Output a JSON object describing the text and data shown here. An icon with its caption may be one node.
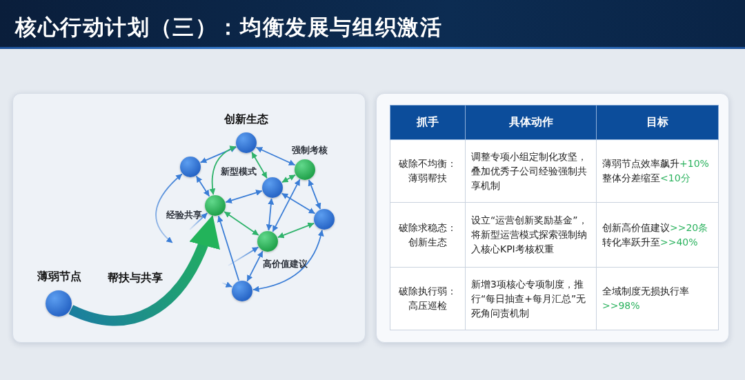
{
  "diagram": {
    "title": "核心行动计划（三）：均衡发展与组织激活",
    "nodes": [
      {
        "text": [],
        "shape": "circle",
        "beside": [
          "创新生态"
        ]
      },
      {
        "text": [],
        "shape": "circle"
      },
      {
        "text": [],
        "shape": "circle",
        "beside": [
          "强制考核"
        ]
      },
      {
        "text": [],
        "shape": "circle",
        "beside": [
          "新型模式"
        ]
      },
      {
        "text": [],
        "shape": "circle",
        "beside": [
          "经验共享"
        ]
      },
      {
        "text": [],
        "shape": "circle"
      },
      {
        "text": [],
        "shape": "circle",
        "beside": [
          "高价值建议"
        ]
      },
      {
        "text": [],
        "shape": "circle"
      },
      {
        "text": [],
        "shape": "circle",
        "beside": [
          "薄弱节点"
        ]
      }
    ],
    "edges": [
      {
        "from": 0,
        "to": 1,
        "arrow": "both"
      },
      {
        "from": 0,
        "to": 2,
        "arrow": "both"
      },
      {
        "from": 0,
        "to": 3,
        "arrow": "both",
        "color": "#2fb36b"
      },
      {
        "from": 0,
        "to": 4,
        "arrow": "both",
        "color": "#2fb36b"
      },
      {
        "from": 1,
        "to": 4,
        "arrow": "both"
      },
      {
        "from": 1,
        "to": null,
        "arrow": "both"
      },
      {
        "from": 4,
        "to": 3,
        "arrow": "both"
      },
      {
        "from": 3,
        "to": 2,
        "arrow": "both",
        "color": "#2fb36b"
      },
      {
        "from": 4,
        "to": 6,
        "arrow": "both",
        "color": "#2fb36b"
      },
      {
        "from": 3,
        "to": 6,
        "arrow": "both"
      },
      {
        "from": 3,
        "to": 5,
        "arrow": "both"
      },
      {
        "from": 2,
        "to": 6,
        "arrow": "both"
      },
      {
        "from": 2,
        "to": 5,
        "arrow": "both"
      },
      {
        "from": 6,
        "to": 5,
        "arrow": "both",
        "color": "#2fb36b"
      },
      {
        "from": 6,
        "to": 7,
        "arrow": "both"
      },
      {
        "from": 7,
        "to": 5,
        "arrow": "both"
      },
      {
        "from": 7,
        "to": 4,
        "arrow": "to"
      },
      {
        "from": null,
        "to": 4,
        "arrow": "to"
      },
      {
        "from": null,
        "to": 6,
        "arrow": "to"
      },
      {
        "from": null,
        "to": 7,
        "arrow": "to"
      },
      {
        "from": 8,
        "to": 4,
        "arrow": "to",
        "label": "帮扶与共享",
        "style": "thick",
        "color": "#22b35a"
      }
    ],
    "labels": [
      "抓手",
      "具体动作",
      "目标",
      "破除不均衡：薄弱帮扶",
      "调整专项小组定制化攻坚，叠加优秀子公司经验强制共享机制",
      "薄弱节点效率飙升",
      "+10%",
      "整体分差缩至",
      "<10分",
      "破除求稳态：创新生态",
      "设立“运营创新奖励基金”，将新型运营模式探索强制纳入核心KPI考核权重",
      "创新高价值建议",
      ">>20条",
      "转化率跃升至",
      ">>40%",
      "破除执行弱：高压巡检",
      "新增3项核心专项制度，推行“每日抽查+每月汇总”无死角问责机制",
      "全域制度无损执行率",
      ">>98%"
    ]
  }
}
